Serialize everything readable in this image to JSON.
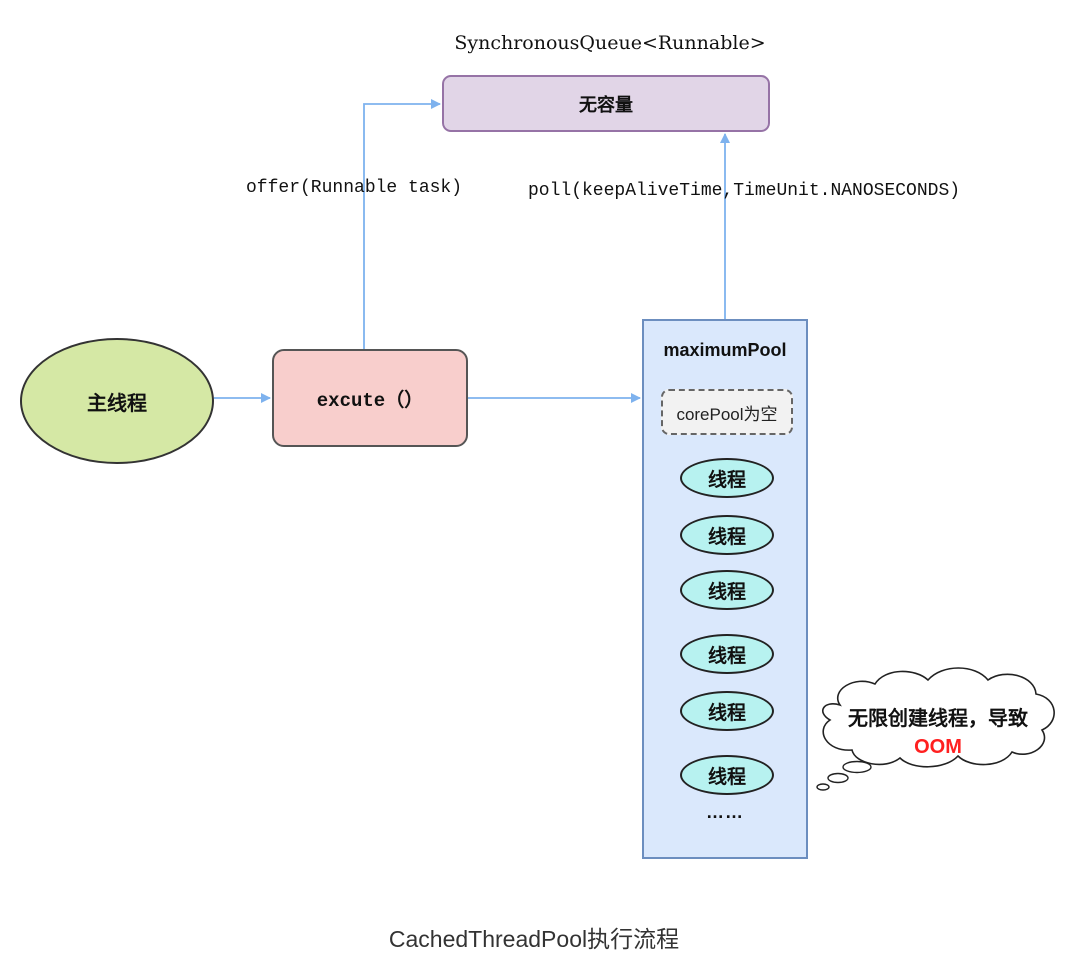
{
  "queue": {
    "type_label": "SynchronousQueue<Runnable>",
    "capacity_label": "无容量"
  },
  "edges": {
    "offer_label": "offer(Runnable task)",
    "poll_label": "poll(keepAliveTime,TimeUnit.NANOSECONDS)"
  },
  "main_thread": {
    "label": "主线程"
  },
  "execute": {
    "label": "excute（）"
  },
  "pool": {
    "title": "maximumPool",
    "core_label": "corePool为空",
    "threads": [
      "线程",
      "线程",
      "线程",
      "线程",
      "线程",
      "线程"
    ],
    "more_label": "……"
  },
  "callout": {
    "line1": "无限创建线程，导致",
    "line2": "OOM"
  },
  "caption": "CachedThreadPool执行流程",
  "colors": {
    "arrow": "#7eb2ee",
    "queue_fill": "#e1d5e7",
    "main_fill": "#d5e8a5",
    "execute_fill": "#f8cecc",
    "pool_fill": "#dae8fc",
    "thread_fill": "#b7f2f0",
    "oom": "#ff2020"
  }
}
